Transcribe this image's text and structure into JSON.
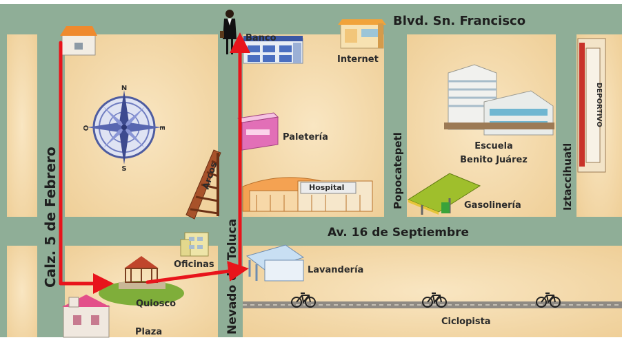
{
  "streets": {
    "top": "Blvd. Sn. Francisco",
    "middle": "Av. 16 de Septiembre",
    "left": "Calz. 5 de Febrero",
    "center": "Nevado de Toluca",
    "popocatepetl": "Popocatepetl",
    "iztaccihuatl": "Iztaccihuatl"
  },
  "places": {
    "banco": "Banco",
    "internet": "Internet",
    "paleteria": "Paletería",
    "escuela_1": "Escuela",
    "escuela_2": "Benito Juárez",
    "deportivo": "DEPORTIVO",
    "arcos": "Arcos",
    "hospital": "Hospital",
    "gasolineria": "Gasolinería",
    "oficinas": "Oficinas",
    "lavanderia": "Lavandería",
    "quiosco": "Quiosco",
    "plaza": "Plaza",
    "ciclopista": "Ciclopista"
  },
  "compass": {
    "n": "N",
    "s": "S",
    "e": "E",
    "o": "O"
  },
  "colors": {
    "road": "#8fae97",
    "block": "#f6ddb0",
    "route": "#e8141b",
    "bikepath": "#8f8a83"
  }
}
